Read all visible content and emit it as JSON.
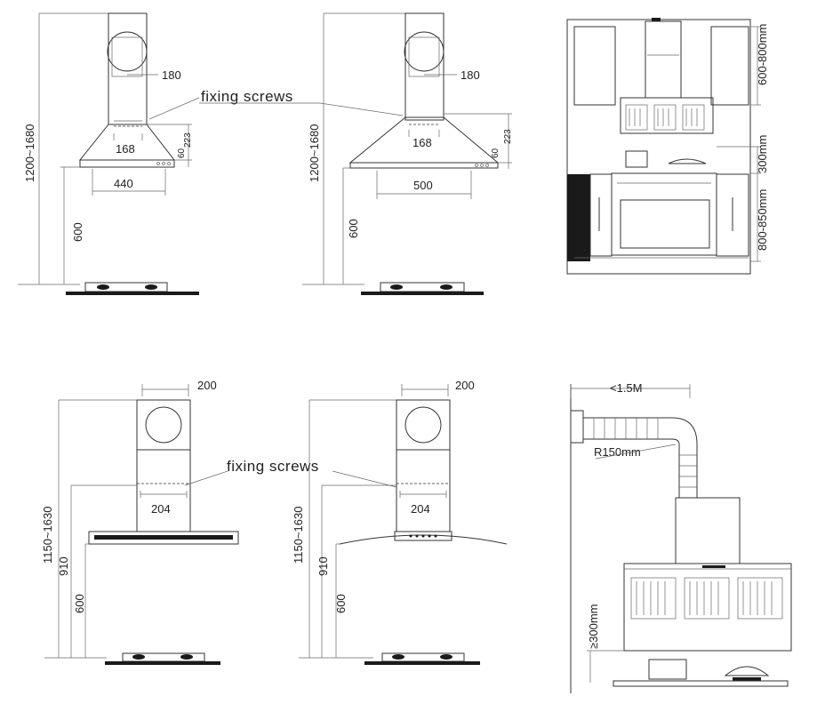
{
  "diagram1": {
    "height_range": "1200~1680",
    "duct_width": "180",
    "fixing_label": "fixing screws",
    "bracket_width": "168",
    "dim_60": "60",
    "dim_223": "223",
    "hood_width": "440",
    "clearance": "600"
  },
  "diagram2": {
    "height_range": "1200~1680",
    "duct_width": "180",
    "bracket_width": "168",
    "dim_60": "60",
    "dim_223": "223",
    "hood_width": "500",
    "clearance": "600"
  },
  "diagram3": {
    "cabinet_height": "600-800mm",
    "gap_height": "300mm",
    "counter_height": "800-850mm"
  },
  "diagram4": {
    "duct_width": "200",
    "fixing_label": "fixing screws",
    "bracket_width": "204",
    "height_range": "1150~1630",
    "dim_910": "910",
    "clearance": "600"
  },
  "diagram5": {
    "duct_width": "200",
    "bracket_width": "204",
    "height_range": "1150~1630",
    "dim_910": "910",
    "clearance": "600"
  },
  "diagram6": {
    "duct_length": "<1.5M",
    "bend_radius": "R150mm",
    "min_clearance": "≥300mm"
  }
}
